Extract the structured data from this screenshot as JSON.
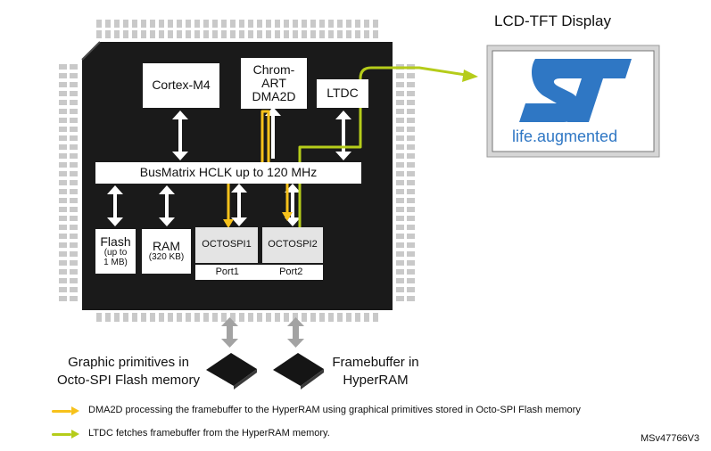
{
  "display": {
    "title": "LCD-TFT Display",
    "logo_brand": "ST",
    "logo_tagline": "life.augmented"
  },
  "blocks": {
    "cortex": "Cortex-M4",
    "chromart_l1": "Chrom-",
    "chromart_l2": "ART",
    "chromart_l3": "DMA2D",
    "ltdc": "LTDC",
    "busmatrix": "BusMatrix HCLK up to 120 MHz",
    "flash_l1": "Flash",
    "flash_l2": "(up to",
    "flash_l3": "1 MB)",
    "ram_l1": "RAM",
    "ram_l2": "(320 KB)",
    "octospi1": "OCTOSPI1",
    "octospi2": "OCTOSPI2",
    "port1": "Port1",
    "port2": "Port2"
  },
  "external": {
    "flash_l1": "Graphic primitives in",
    "flash_l2": "Octo-SPI Flash memory",
    "ram_l1": "Framebuffer in",
    "ram_l2": "HyperRAM"
  },
  "legend": [
    {
      "color": "#f7c21b",
      "text": "DMA2D processing the framebuffer to the HyperRAM using graphical primitives stored in Octo-SPI Flash memory"
    },
    {
      "color": "#b5cc1a",
      "text": "LTDC fetches framebuffer from the HyperRAM memory."
    }
  ],
  "figure_id": "MSv47766V3",
  "colors": {
    "chip": "#1a1a1a",
    "pins": "#c9c9c9",
    "dma2d_path": "#f7c21b",
    "ltdc_path": "#b5cc1a",
    "external_arrow": "#a3a3a3",
    "logo_blue": "#2f77c4"
  }
}
